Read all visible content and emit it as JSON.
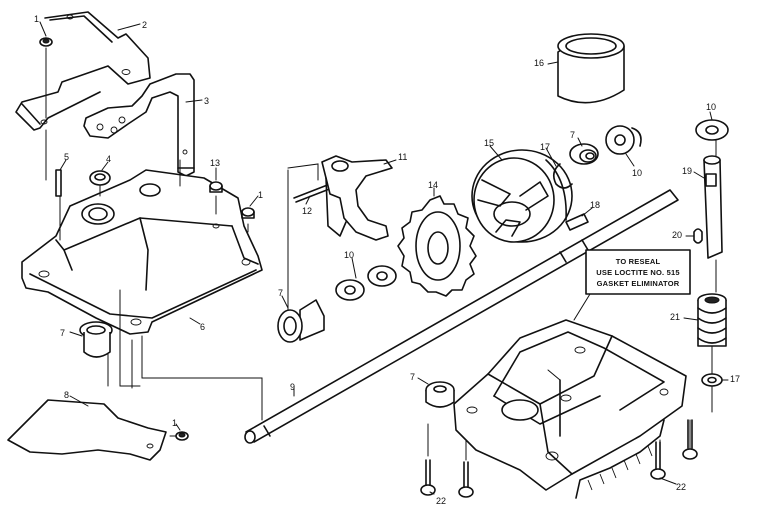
{
  "callouts": {
    "c1a": "1",
    "c2": "2",
    "c3": "3",
    "c4": "4",
    "c5": "5",
    "c6": "6",
    "c7a": "7",
    "c8": "8",
    "c1b": "1",
    "c13": "13",
    "c1c": "1",
    "c12": "12",
    "c11": "11",
    "c14": "14",
    "c10a": "10",
    "c7b": "7",
    "c9": "9",
    "c15": "15",
    "c17a": "17",
    "c7c": "7",
    "c10b": "10",
    "c16": "16",
    "c18": "18",
    "c10c": "10",
    "c19": "19",
    "c20": "20",
    "c21": "21",
    "c17b": "17",
    "c7d": "7",
    "c22a": "22",
    "c22b": "22"
  },
  "note": {
    "line1": "TO RESEAL",
    "line2": "USE LOCTITE NO. 515",
    "line3": "GASKET ELIMINATOR"
  }
}
